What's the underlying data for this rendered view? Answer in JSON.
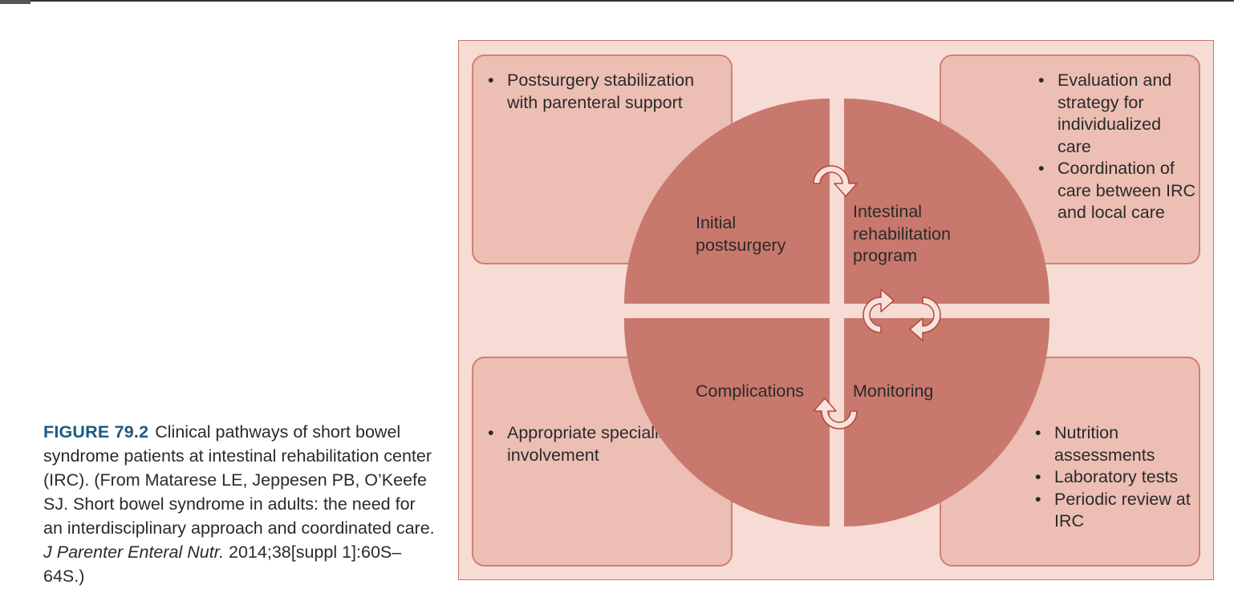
{
  "caption": {
    "figure_label": "FIGURE 79.2",
    "text": "Clinical pathways of short bowel syndrome patients at intestinal rehabilitation center (IRC). (From Matarese LE, Jeppesen PB, O’Keefe SJ. Short bowel syndrome in adults: the need for an interdisciplinary approach and coordinated care. ",
    "journal": "J Parenter Enteral Nutr.",
    "citation_tail": " 2014;38[suppl 1]:60S–64S.)"
  },
  "quadrants": {
    "top_left": "Initial postsurgery",
    "top_right": "Intestinal rehabilitation program",
    "bottom_left": "Complications",
    "bottom_right": "Monitoring"
  },
  "corner_boxes": {
    "top_left": [
      "Postsurgery stabilization with parenteral support"
    ],
    "top_right": [
      "Evaluation and strategy for individualized care",
      "Coordination of care between IRC and local care"
    ],
    "bottom_left": [
      "Appropriate specialist involvement"
    ],
    "bottom_right": [
      "Nutrition assessments",
      "Laboratory tests",
      "Periodic review at IRC"
    ]
  },
  "icons": [
    "cycle-arrow-icon"
  ],
  "colors": {
    "frame_fill": "#f6dcd4",
    "box_fill": "#edbeb3",
    "circle_fill": "#c9786d",
    "caption_label": "#1c5a84"
  }
}
